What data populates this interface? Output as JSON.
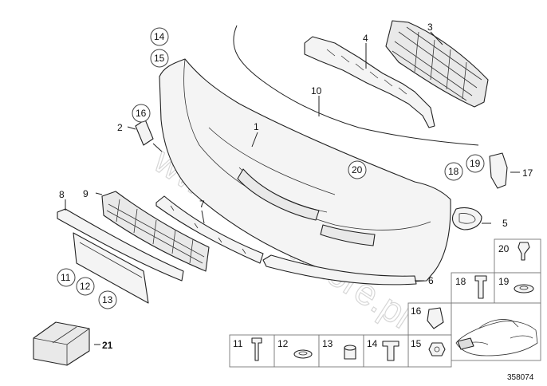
{
  "diagram": {
    "watermark": "www.BMWstore.pl",
    "figure_number": "358074",
    "callouts": {
      "p1": "1",
      "p2": "2",
      "p3": "3",
      "p4": "4",
      "p5": "5",
      "p6": "6",
      "p7": "7",
      "p8": "8",
      "p9": "9",
      "p10": "10",
      "p11": "11",
      "p12": "12",
      "p13": "13",
      "p14": "14",
      "p15": "15",
      "p16": "16",
      "p17": "17",
      "p18": "18",
      "p19": "19",
      "p20": "20",
      "p21": "21"
    },
    "legend_cells": {
      "c20": "20",
      "c18": "18",
      "c19": "19",
      "c16": "16",
      "c11": "11",
      "c12": "12",
      "c13": "13",
      "c14": "14",
      "c15": "15"
    }
  }
}
